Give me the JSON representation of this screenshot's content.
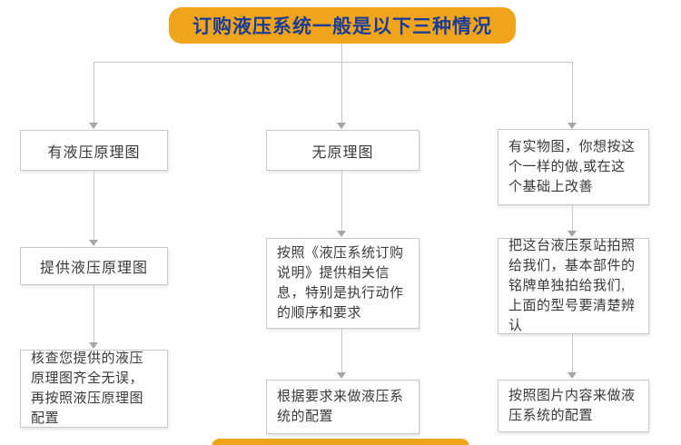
{
  "header": {
    "label": "订购液压系统一般是以下三种情况",
    "bg_color": "#F0A41C",
    "text_color": "#1C3D96"
  },
  "diagram": {
    "box_border_color": "#CBCBCB",
    "connector_color": "#C9C9C9",
    "arrow_color": "#A6A6A6"
  },
  "columns": [
    {
      "id": "has-schematic",
      "steps": [
        "有液压原理图",
        "提供液压原理图",
        "核查您提供的液压原理图齐全无误，再按照液压原理图配置"
      ]
    },
    {
      "id": "no-schematic",
      "steps": [
        "无原理图",
        "按照《液压系统订购说明》提供相关信息，特别是执行动作的顺序和要求",
        "根据要求来做液压系统的配置"
      ]
    },
    {
      "id": "has-photo",
      "steps": [
        "有实物图，你想按这个一样的做,或在这个基础上改善",
        "把这台液压泵站拍照给我们，基本部件的铭牌单独拍给我们,上面的型号要清楚辨认",
        "按照图片内容来做液压系统的配置"
      ]
    }
  ]
}
